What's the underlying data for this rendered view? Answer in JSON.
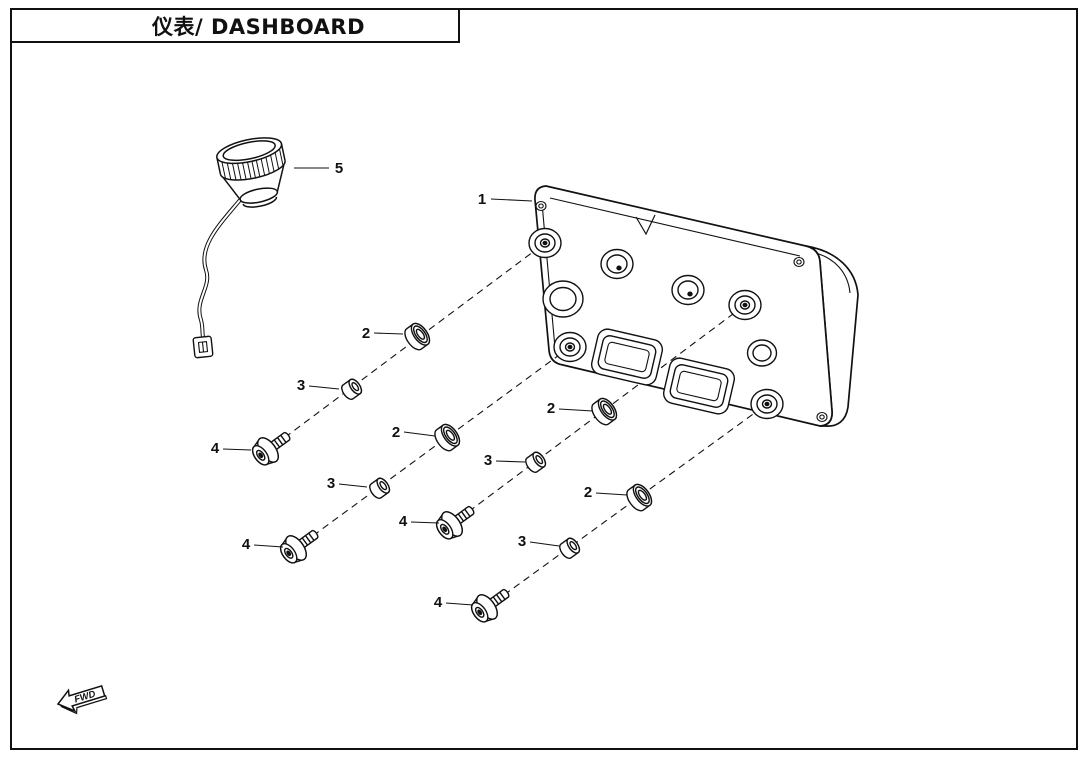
{
  "title": "仪表/ DASHBOARD",
  "fwd_label": "FWD",
  "callouts": {
    "part1": "1",
    "part2": "2",
    "part3": "3",
    "part4": "4",
    "part5": "5"
  }
}
